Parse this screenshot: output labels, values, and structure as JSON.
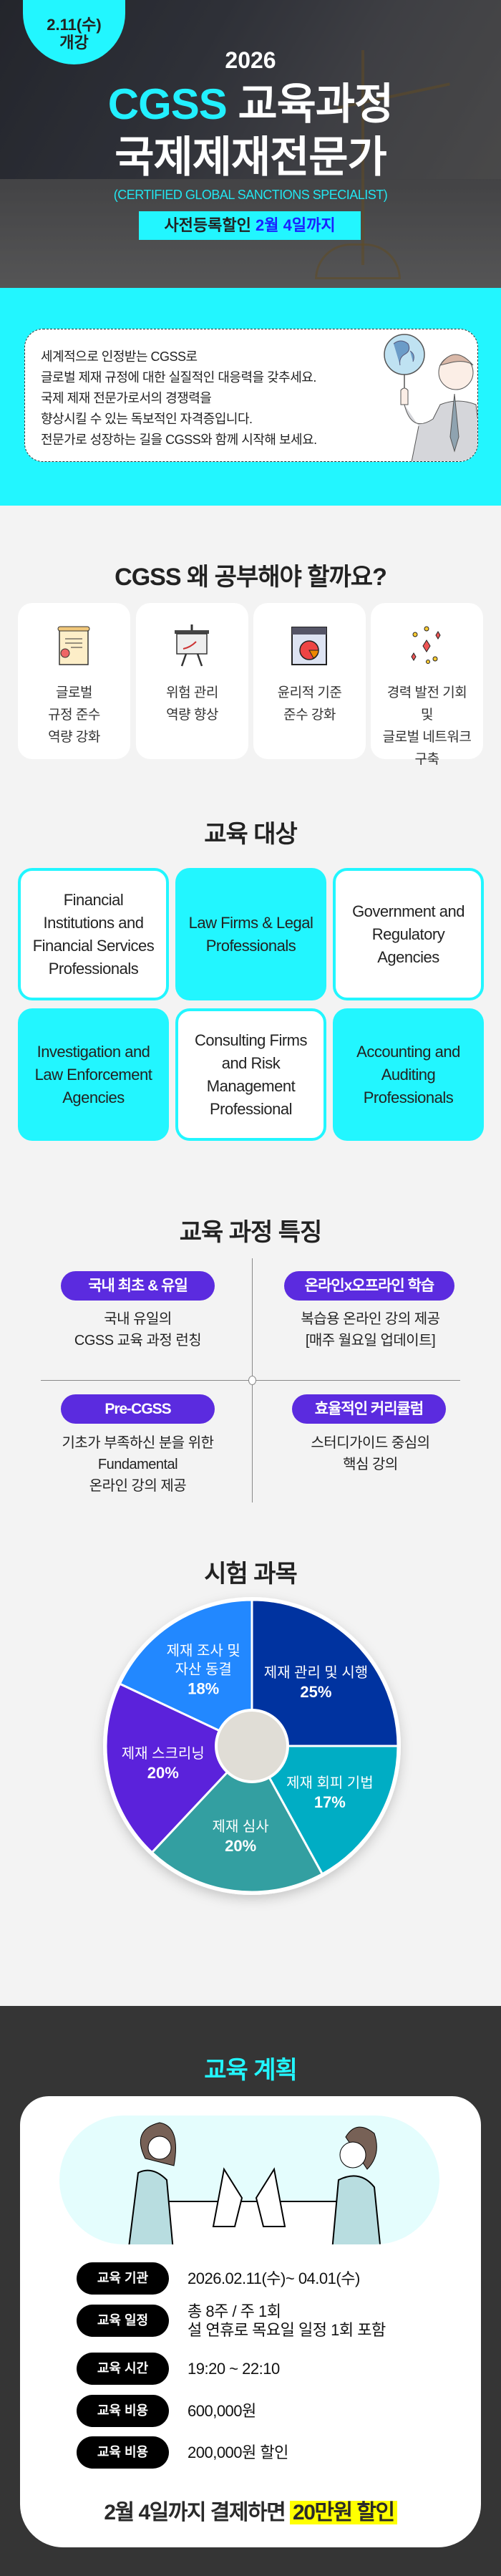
{
  "hero": {
    "badge": {
      "date": "2.11(수)",
      "label": "개강"
    },
    "year": "2026",
    "title_line1_accent": "CGSS",
    "title_line1_rest": "교육과정",
    "title_line2": "국제제재전문가",
    "subtitle": "(CERTIFIED GLOBAL SANCTIONS SPECIALIST)",
    "banner_prefix": "사전등록할인",
    "banner_highlight": "2월 4일까지"
  },
  "intro": {
    "lines": [
      "세계적으로 인정받는 CGSS로",
      "글로벌 제재 규정에 대한 실질적인 대응력을 갖추세요.",
      "국제 제재 전문가로서의 경쟁력을",
      "향상시킬 수 있는 독보적인 자격증입니다.",
      "전문가로 성장하는 길을 CGSS와 함께 시작해 보세요."
    ]
  },
  "why": {
    "title": "CGSS 왜 공부해야 할까요?",
    "cards": [
      {
        "icon": "certificate-icon",
        "lines": [
          "글로벌",
          "규정 준수",
          "역량 강화"
        ]
      },
      {
        "icon": "presentation-board-icon",
        "lines": [
          "위험 관리",
          "역량 향상"
        ]
      },
      {
        "icon": "pie-chart-window-icon",
        "lines": [
          "윤리적 기준",
          "준수 강화"
        ]
      },
      {
        "icon": "sparkles-icon",
        "lines": [
          "경력 발전 기회",
          "및",
          "글로벌 네트워크",
          "구축"
        ]
      }
    ]
  },
  "targets": {
    "title": "교육 대상",
    "items": [
      "Financial Institutions and Financial Services Professionals",
      "Law Firms & Legal Professionals",
      "Government and Regulatory Agencies",
      "Investigation and Law Enforcement Agencies",
      "Consulting Firms and Risk Management Professional",
      "Accounting and Auditing Professionals"
    ]
  },
  "features": {
    "title": "교육 과정 특징",
    "items": [
      {
        "tag": "국내 최초 & 유일",
        "lines": [
          "국내 유일의",
          "CGSS 교육 과정 런칭"
        ]
      },
      {
        "tag": "온라인x오프라인 학습",
        "lines": [
          "복습용 온라인 강의 제공",
          "[매주 월요일 업데이트]"
        ]
      },
      {
        "tag": "Pre-CGSS",
        "lines": [
          "기초가 부족하신 분을 위한",
          "Fundamental",
          "온라인 강의 제공"
        ]
      },
      {
        "tag": "효율적인 커리큘럼",
        "lines": [
          "스터디가이드 중심의",
          "핵심 강의"
        ]
      }
    ]
  },
  "chart_data": {
    "type": "pie",
    "title": "시험 과목",
    "donut": true,
    "start": "top",
    "direction": "clockwise",
    "slices": [
      {
        "label_lines": [
          "제재 관리 및 시행"
        ],
        "value": 25,
        "value_label": "25%",
        "color": "#0033a0"
      },
      {
        "label_lines": [
          "제재 회피 기법"
        ],
        "value": 17,
        "value_label": "17%",
        "color": "#00adc4"
      },
      {
        "label_lines": [
          "제재 심사"
        ],
        "value": 20,
        "value_label": "20%",
        "color": "#339fa1"
      },
      {
        "label_lines": [
          "제재 스크리닝"
        ],
        "value": 20,
        "value_label": "20%",
        "color": "#5b22db"
      },
      {
        "label_lines": [
          "제재 조사 및",
          "자산 동결"
        ],
        "value": 18,
        "value_label": "18%",
        "color": "#2288ff"
      }
    ]
  },
  "plan": {
    "title": "교육 계획",
    "rows": [
      {
        "label": "교육 기관",
        "lines": [
          "2026.02.11(수)~ 04.01(수)"
        ]
      },
      {
        "label": "교육 일정",
        "lines": [
          "총 8주 / 주 1회",
          "설 연휴로 목요일 일정 1회 포함"
        ]
      },
      {
        "label": "교육 시간",
        "lines": [
          "19:20 ~ 22:10"
        ]
      },
      {
        "label": "교육 비용",
        "lines": [
          "600,000원"
        ]
      },
      {
        "label": "교육 비용",
        "lines": [
          "200,000원 할인"
        ]
      }
    ],
    "final_prefix": "2월 4일까지 결제하면",
    "final_highlight": "20만원 할인"
  },
  "colors": {
    "cyan": "#22f6ff",
    "purple": "#5b2bdf",
    "dark": "#353535",
    "highlight": "#ffff00",
    "banner_blue": "#1a22ff"
  }
}
